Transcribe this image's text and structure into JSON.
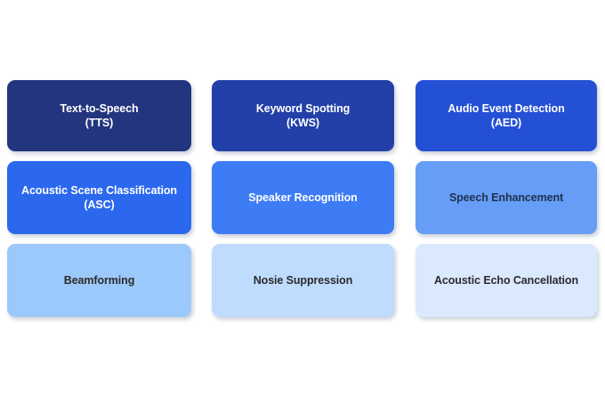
{
  "background_color": "#ffffff",
  "layout": {
    "type": "grid",
    "columns": 3,
    "rows": 3,
    "description": "Audio AI task category tiles arranged in a 3x3 grid, colored from dark navy (top-left) to pale blue (bottom-right)"
  },
  "tiles": [
    {
      "id": "text-to-speech",
      "label": "Text-to-Speech\n(TTS)",
      "acronym": "TTS",
      "row": 1,
      "column": 1,
      "fill": "#23357e",
      "text_color": "#ffffff"
    },
    {
      "id": "keyword-spotting",
      "label": "Keyword Spotting\n(KWS)",
      "acronym": "KWS",
      "row": 1,
      "column": 2,
      "fill": "#2340a8",
      "text_color": "#ffffff"
    },
    {
      "id": "audio-event-detection",
      "label": "Audio Event Detection\n(AED)",
      "acronym": "AED",
      "row": 1,
      "column": 3,
      "fill": "#2350d4",
      "text_color": "#ffffff"
    },
    {
      "id": "acoustic-scene-classification",
      "label": "Acoustic Scene Classification\n(ASC)",
      "acronym": "ASC",
      "row": 2,
      "column": 1,
      "fill": "#2b68ee",
      "text_color": "#ffffff"
    },
    {
      "id": "speaker-recognition",
      "label": "Speaker Recognition",
      "acronym": "",
      "row": 2,
      "column": 2,
      "fill": "#3d7cf5",
      "text_color": "#ffffff"
    },
    {
      "id": "speech-enhancement",
      "label": "Speech Enhancement",
      "acronym": "",
      "row": 2,
      "column": 3,
      "fill": "#669df6",
      "text_color": "#22324d"
    },
    {
      "id": "beamforming",
      "label": "Beamforming",
      "acronym": "",
      "row": 3,
      "column": 1,
      "fill": "#9cc9fb",
      "text_color": "#2b2b2b"
    },
    {
      "id": "noise-suppression",
      "label": "Nosie Suppression",
      "acronym": "",
      "row": 3,
      "column": 2,
      "fill": "#bfdbfe",
      "text_color": "#2b2b2b"
    },
    {
      "id": "acoustic-echo-cancellation",
      "label": "Acoustic Echo Cancellation",
      "acronym": "",
      "row": 3,
      "column": 3,
      "fill": "#dbe9fe",
      "text_color": "#2b2b2b"
    }
  ]
}
